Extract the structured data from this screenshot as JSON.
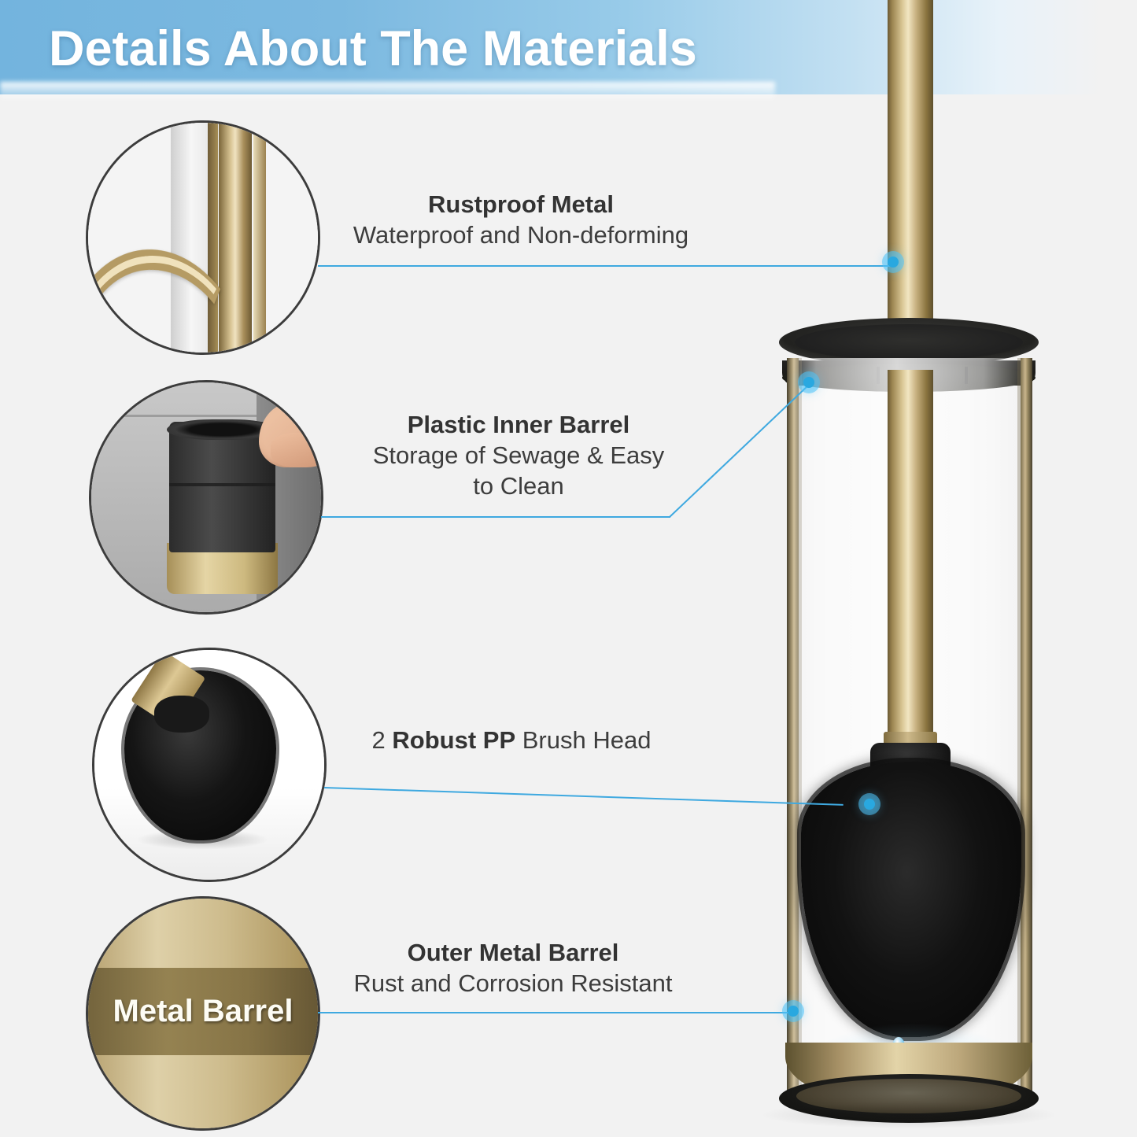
{
  "header": {
    "title": "Details About The Materials",
    "band_color": "#7cb9e0",
    "title_color": "#ffffff"
  },
  "accent": {
    "leader_line_color": "#3fa9e0",
    "marker_color": "#29a8e0",
    "marker_halo_color": "#4fc3f7"
  },
  "features": [
    {
      "id": "rustproof-metal",
      "title": "Rustproof Metal",
      "subtitle": "Waterproof and Non-deforming",
      "circle_name": "metal-pole-closeup"
    },
    {
      "id": "plastic-inner-barrel",
      "title": "Plastic Inner Barrel",
      "subtitle_line1": "Storage of Sewage & Easy",
      "subtitle_line2": "to  Clean",
      "circle_name": "inner-barrel-closeup"
    },
    {
      "id": "robust-pp-brush-head",
      "text_prefix": "2 ",
      "text_bold": "Robust PP",
      "text_suffix": " Brush Head",
      "circle_name": "brush-head-closeup"
    },
    {
      "id": "outer-metal-barrel",
      "title": "Outer Metal Barrel",
      "subtitle": "Rust and Corrosion Resistant",
      "circle_name": "metal-barrel-swatch",
      "swatch_label": "Metal Barrel"
    }
  ],
  "product": {
    "name": "toilet-brush-and-holder",
    "colors": {
      "metal_gold": "#c9b282",
      "plastic_black": "#1a1a18",
      "water_blue": "#3399cc"
    }
  }
}
